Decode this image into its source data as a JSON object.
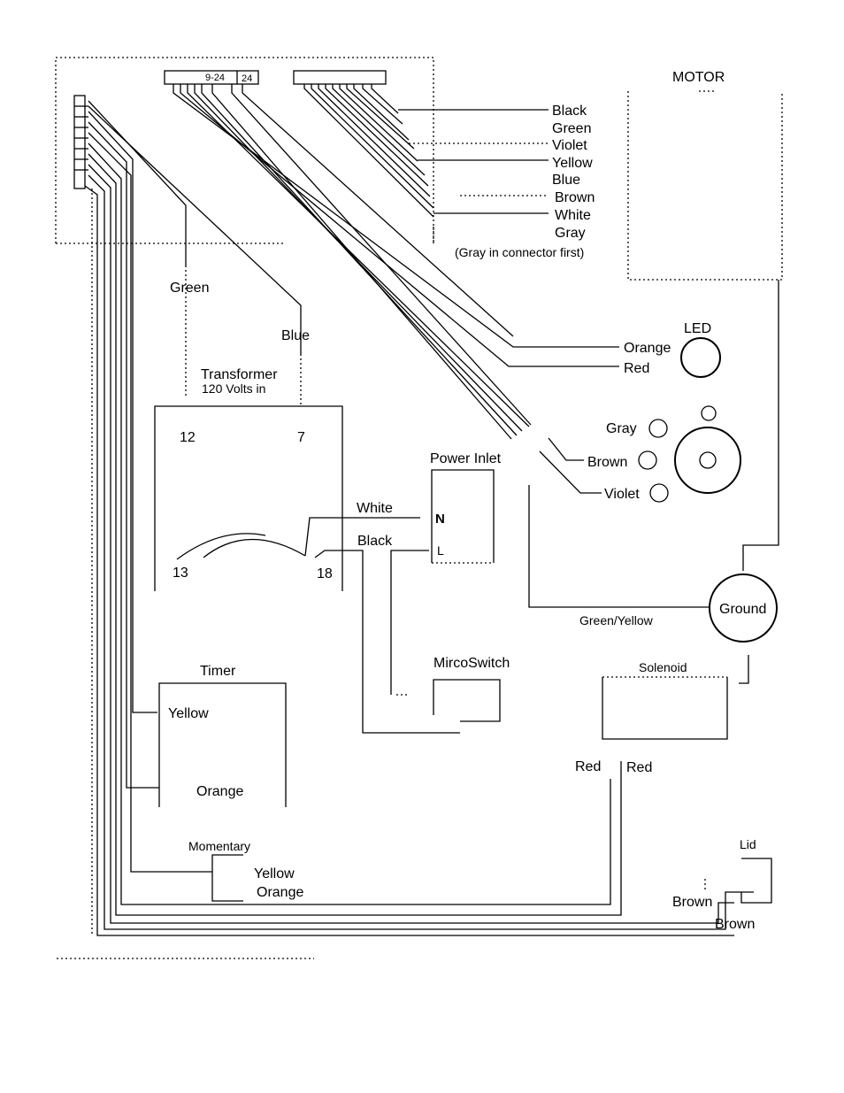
{
  "motor": {
    "title": "MOTOR"
  },
  "connector_left_pins": "9-24",
  "connector_right_pin": "24",
  "motor_wires": [
    "Black",
    "Green",
    "Violet",
    "Yellow",
    "Blue",
    "Brown",
    "White",
    "Gray"
  ],
  "motor_wire_note": "(Gray in connector first)",
  "transformer": {
    "title": "Transformer",
    "subtitle": "120 Volts in",
    "terminals": [
      "12",
      "7",
      "13",
      "18"
    ]
  },
  "transformer_wires": {
    "green": "Green",
    "blue": "Blue"
  },
  "led": {
    "title": "LED",
    "wire_1": "Orange",
    "wire_2": "Red"
  },
  "switch_wires": {
    "gray": "Gray",
    "brown": "Brown",
    "violet": "Violet"
  },
  "power_inlet": {
    "title": "Power Inlet",
    "neutral": "N",
    "line": "L",
    "white": "White",
    "black": "Black"
  },
  "ground": {
    "title": "Ground",
    "wire": "Green/Yellow"
  },
  "microswitch": {
    "title": "MircoSwitch"
  },
  "solenoid": {
    "title": "Solenoid",
    "wire_left": "Red",
    "wire_right": "Red"
  },
  "timer": {
    "title": "Timer",
    "wire_1": "Yellow",
    "wire_2": "Orange"
  },
  "momentary": {
    "title": "Momentary",
    "wire_1": "Yellow",
    "wire_2": "Orange"
  },
  "lid": {
    "title": "Lid",
    "wire_1": "Brown",
    "wire_2": "Brown"
  }
}
